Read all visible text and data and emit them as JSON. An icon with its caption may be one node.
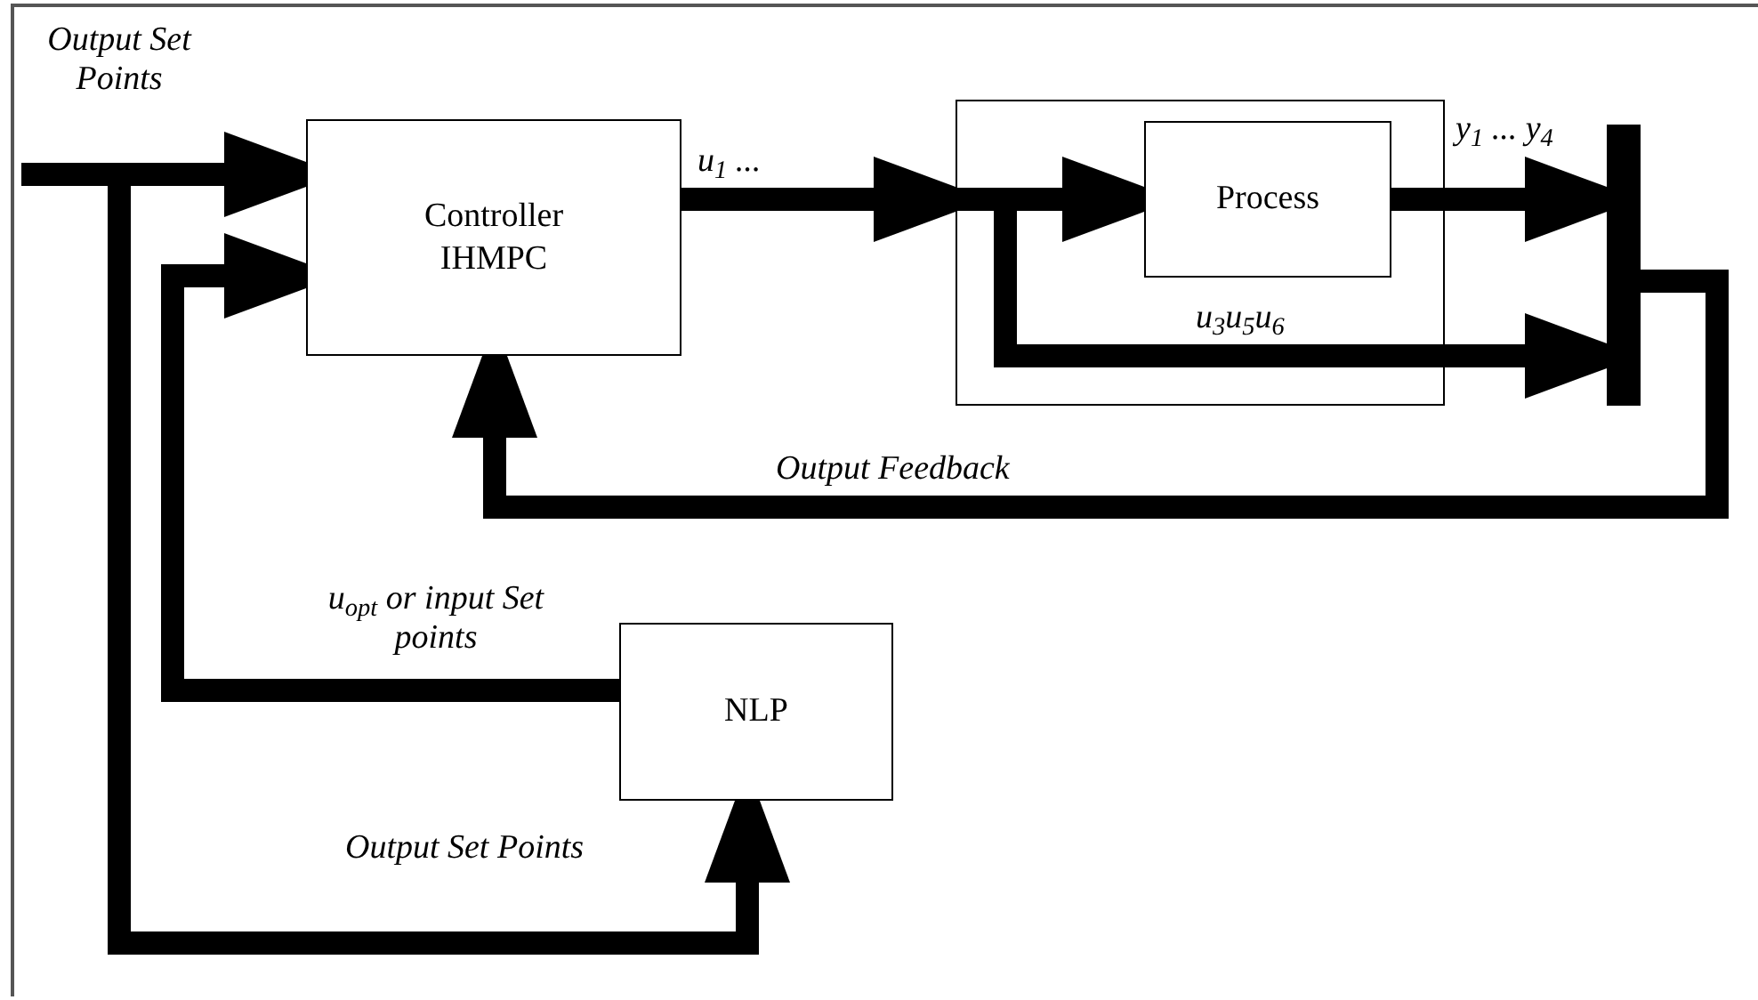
{
  "diagram": {
    "nodes": [
      {
        "text": [
          "Controller IHMPC"
        ]
      },
      {
        "text": [],
        "shape": "box"
      },
      {
        "text": [
          "Process"
        ],
        "in": 1
      },
      {
        "text": [],
        "shape": "bar"
      },
      {
        "text": [
          "NLP"
        ]
      }
    ],
    "edges": [
      {
        "from": null,
        "to": 0,
        "arrow": "to",
        "label": "Output Set Points"
      },
      {
        "from": 0,
        "to": 1,
        "arrow": "to",
        "label": "u$_{1}$ ..."
      },
      {
        "from": 1,
        "to": 2,
        "arrow": "to"
      },
      {
        "from": 2,
        "to": 3,
        "arrow": "to",
        "label": "y$_{1}$ ... y$_{4}$"
      },
      {
        "from": 1,
        "to": 3,
        "arrow": "to",
        "label": "u$_{3}$u$_{5}$u$_{6}$"
      },
      {
        "from": 3,
        "to": 0,
        "arrow": "to",
        "label": "Output Feedback"
      },
      {
        "from": 4,
        "to": 0,
        "arrow": "to",
        "label": "u$_{opt}$ or input Set points"
      },
      {
        "from": null,
        "to": 4,
        "arrow": "to",
        "label": "Output Set Points"
      }
    ]
  }
}
